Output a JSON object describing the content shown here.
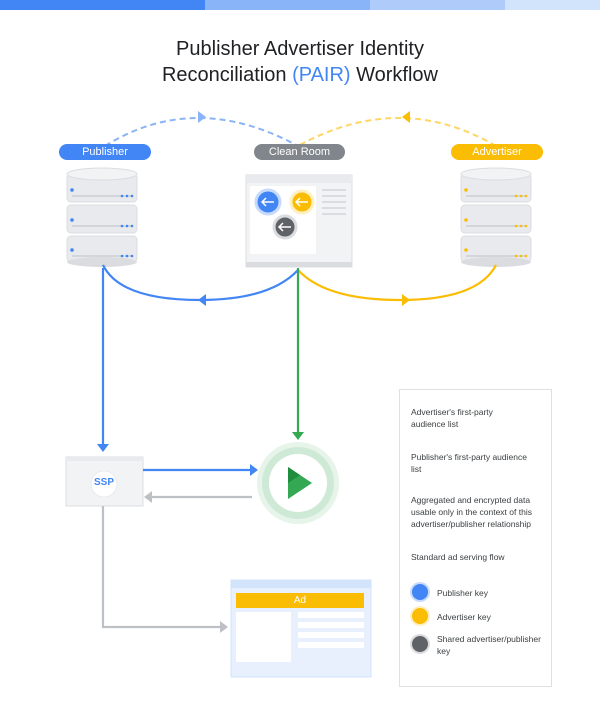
{
  "header": {
    "title_line1": "Publisher Advertiser Identity",
    "title_line2_pre": "Reconciliation ",
    "title_line2_accent": "(PAIR)",
    "title_line2_post": " Workflow"
  },
  "nodes": {
    "publisher": "Publisher",
    "clean_room": "Clean Room",
    "advertiser": "Advertiser",
    "ssp": "SSP",
    "ad": "Ad"
  },
  "legend": {
    "items": [
      {
        "label": "Advertiser's first-party audience list"
      },
      {
        "label": "Publisher's first-party audience list"
      },
      {
        "label": "Aggregated and encrypted data usable only in the context of this advertiser/publisher relationship"
      },
      {
        "label": "Standard ad serving flow"
      }
    ],
    "keys": [
      {
        "label": "Publisher key"
      },
      {
        "label": "Advertiser key"
      },
      {
        "label": "Shared advertiser/publisher key"
      }
    ]
  },
  "colors": {
    "blue": "#4285f4",
    "yellow": "#fbbc04",
    "green": "#34a853",
    "gray": "#bdc1c6",
    "dark_gray": "#80868b"
  },
  "icons": {
    "publisher_db": "database-icon",
    "advertiser_db": "database-icon",
    "clean_room": "clean-room-panel-icon",
    "player": "play-icon",
    "ad_page": "web-page-icon"
  }
}
